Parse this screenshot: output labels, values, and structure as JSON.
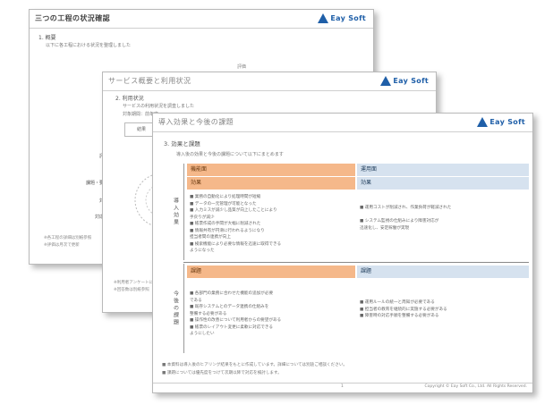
{
  "brand": {
    "logo_text": "Eay Soft"
  },
  "page1": {
    "title": "三つの工程の状況確認",
    "section": "1. 概要",
    "description": "以下に各工程における状況を整理しました",
    "mid_label": "評価",
    "rows": [
      "評価",
      "課題・要望",
      "対応",
      "対応案"
    ],
    "foot": [
      "※各工程の詳細は別紙参照",
      "※評価は月次で更新"
    ]
  },
  "page2": {
    "title": "サービス概要と利用状況",
    "section": "2. 利用状況",
    "lines": [
      "サービスの利用状況を調査しました",
      "対象期間：前年度"
    ],
    "box_label": "結果",
    "foot": [
      "※利用者アンケートによる",
      "※回答数は別紙参照"
    ]
  },
  "page3": {
    "title": "導入効果と今後の課題",
    "section": "3. 効果と課題",
    "description": "導入後の効果と今後の課題について以下にまとめます",
    "table": {
      "group1_label": "導入効果",
      "group2_label": "今後の課題",
      "col1_top": "機能面",
      "col2_top": "運用面",
      "col1_head": "効果",
      "col2_head": "効果",
      "col1_head2": "課題",
      "col2_head2": "課題",
      "g1_left": [
        "■ 業務の自動化により処理時間が短縮",
        "■ データの一元管理が可能となった",
        "■ 入力ミスが減少し品質が向上したことにより",
        "   手戻りが減少",
        "■ 帳票作成の手間が大幅に削減された",
        "■ 情報共有が円滑に行われるようになり",
        "   担当者間の連携が向上",
        "■ 検索機能により必要な情報を迅速に取得できる",
        "   ようになった"
      ],
      "g1_right": [
        "■ 運用コストが削減され、作業負荷が軽減された",
        "",
        "■ システム監視の仕組みにより障害対応が",
        "   迅速化し、安定稼働が実現"
      ],
      "g2_left": [
        "■ 各部門の業務に合わせた機能の追加が必要",
        "   である",
        "■ 既存システムとのデータ連携の仕組みを",
        "   整備する必要がある",
        "■ 操作性の改善について利用者からの要望がある",
        "■ 帳票のレイアウト変更に柔軟に対応できる",
        "   ようにしたい"
      ],
      "g2_right": [
        "■ 運用ルールの統一と周知が必要である",
        "■ 担当者の教育を継続的に実施する必要がある",
        "■ 障害時の対応手順を整備する必要がある"
      ]
    },
    "notes": [
      "■ 本資料は導入後のヒアリング結果をもとに作成しています。詳細については別途ご相談ください。",
      "■ 課題については優先度をつけて次期以降で対応を検討します。"
    ],
    "page_number": "1",
    "copyright": "Copyright © Eay Soft Co., Ltd. All Rights Reserved."
  }
}
